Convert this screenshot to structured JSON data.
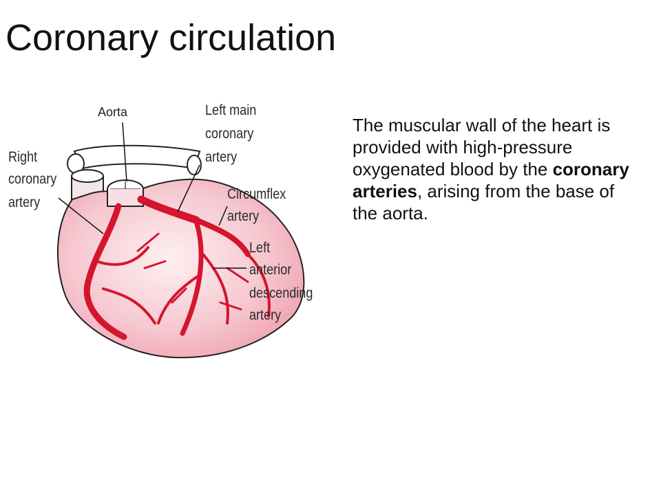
{
  "slide": {
    "title": "Coronary circulation"
  },
  "diagram": {
    "labels": {
      "aorta": "Aorta",
      "left_main_l1": "Left main",
      "left_main_l2": "coronary",
      "left_main_l3": "artery",
      "right_l1": "Right",
      "right_l2": "coronary",
      "right_l3": "artery",
      "circumflex_l1": "Circumflex",
      "circumflex_l2": "artery",
      "lad_l1": "Left",
      "lad_l2": "anterior",
      "lad_l3": "descending",
      "lad_l4": "artery"
    }
  },
  "description": {
    "part1": "The muscular wall of the heart is provided with high-pressure oxygenated blood by the ",
    "bold": "coronary arteries",
    "part2": ", arising from the base of the aorta."
  },
  "colors": {
    "artery": "#d4152d",
    "heart_fill": "#f6c8d0",
    "outline": "#222222"
  }
}
